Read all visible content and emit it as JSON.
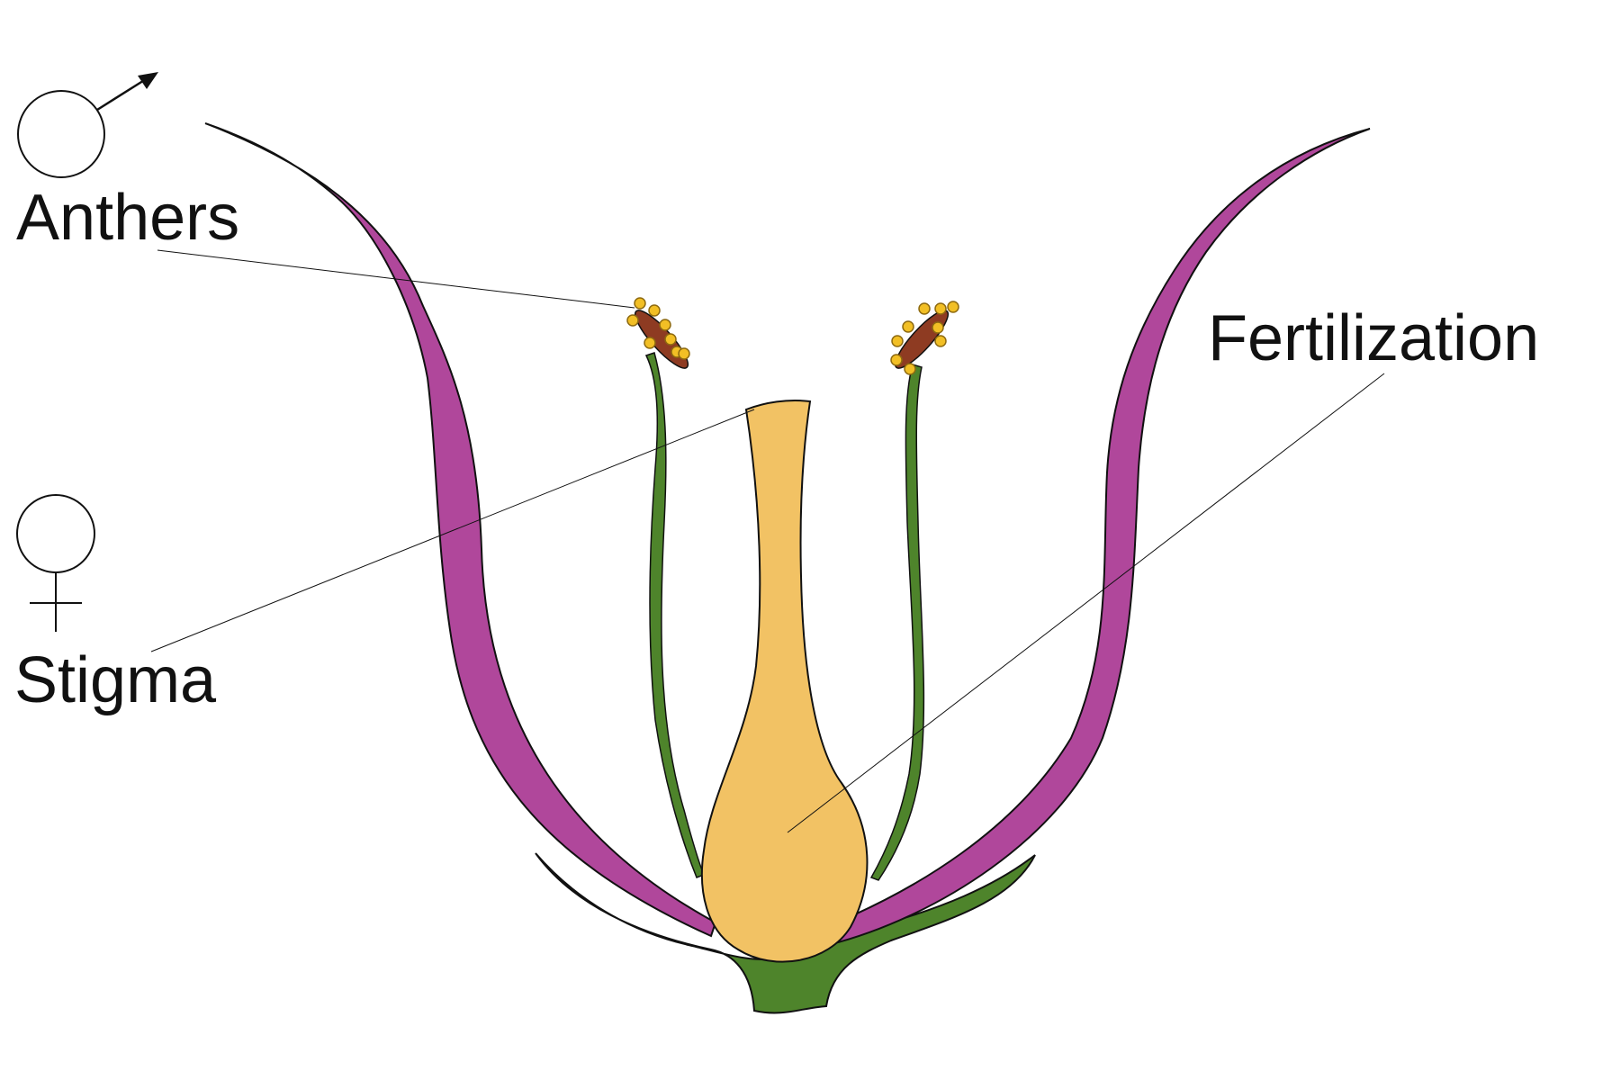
{
  "labels": {
    "anthers": "Anthers",
    "stigma": "Stigma",
    "fertilization": "Fertilization"
  },
  "symbols": {
    "male": "male-symbol",
    "female": "female-symbol"
  },
  "colors": {
    "petal": "#b0479b",
    "stem_and_sepal": "#4e842b",
    "pistil": "#f2c264",
    "anther": "#8e3b22",
    "pollen": "#f2bf25",
    "outline": "#111111",
    "background": "#ffffff"
  }
}
